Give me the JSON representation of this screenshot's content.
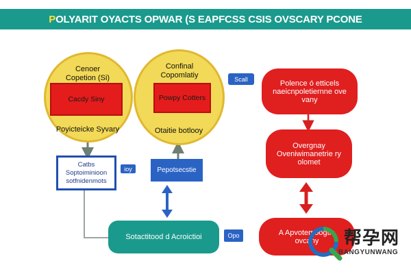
{
  "header": {
    "title": "POLYARIT OYACTS OPWAR (S EAPFCSS CSIS OVSCARY PCONE"
  },
  "left_circle": {
    "top_text": "Cenoer Copetion (Si)",
    "box_text": "Cacdy Siny",
    "bottom_text": "Poyicteicke Syvary"
  },
  "mid_circle": {
    "top_text": "Confinal Copomlatiy",
    "box_text": "Powpy Cotters",
    "bottom_text": "Otaitie botlooy"
  },
  "left_blue_box": {
    "text": "Catbs Soptoiminioon sotfnidenmots"
  },
  "small_tag": {
    "text": "ioy"
  },
  "mid_blue_box": {
    "text": "Pepotsecstie"
  },
  "scall_tag": {
    "text": "Scall"
  },
  "right_pill_top": {
    "text": "Polence ó etticels naeicnpoletiernne ove vany"
  },
  "right_pill_mid": {
    "text": "Overgnay Oveniwimanetrie ry olomet"
  },
  "teal_box": {
    "text": "Sotactitood d Acroictioi"
  },
  "bottom_tag": {
    "text": "Opo"
  },
  "right_pill_bottom": {
    "text": "A Apvotemoogtie ovcany"
  },
  "watermark": {
    "cn": "帮孕网",
    "en": "BANGYUNWANG"
  },
  "colors": {
    "teal": "#1a9a8d",
    "yellow": "#f2d957",
    "red": "#e51c1c",
    "blue": "#2a63c4"
  }
}
